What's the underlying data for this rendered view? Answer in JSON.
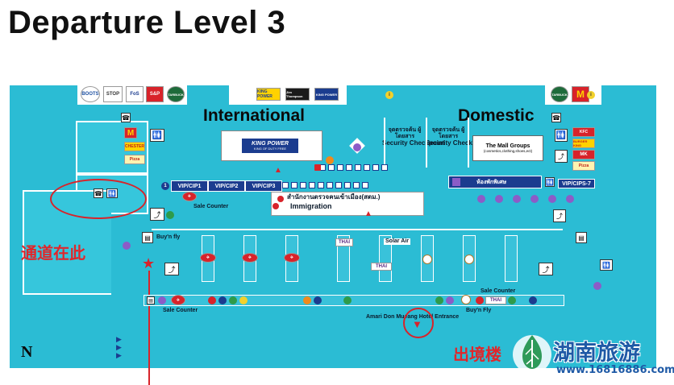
{
  "page": {
    "title": "Departure  Level 3"
  },
  "sections": {
    "international": "International",
    "domestic": "Domestic"
  },
  "checkpoints": {
    "left": {
      "thai": "จุดตรวจค้น ผู้โดยสาร",
      "en": "Security Checkpoint"
    },
    "right": {
      "thai": "จุดตรวจค้น ผู้โดยสาร",
      "en": "Security Checkpoint"
    }
  },
  "king_power": {
    "name": "KING POWER",
    "sub": "KING OF DUTY FREE"
  },
  "vip_rooms": [
    "VIP/CIP1",
    "VIP/CIP2",
    "VIP/CIP3"
  ],
  "vip_domestic": "VIP/CIPS-7",
  "domestic_gate_thai": "ห้องพักพิเศษ",
  "immigration": {
    "thai": "สำนักงานตรวจคนเข้าเมือง(สตม.)",
    "en": "Immigration"
  },
  "mall": {
    "name": "The Mall Groups",
    "sub": "(cosmetics,clothing,shoes,ect)"
  },
  "counters": {
    "sale_counter_top": "Sale Counter",
    "buy_n_fly_left": "Buy'n fly",
    "sale_counter_bottom_left": "Sale Counter",
    "sale_counter_bottom_right": "Sale Counter",
    "buy_n_fly_right": "Buy'n Fly"
  },
  "airlines": {
    "thai": "THAI",
    "solar": "Solar Air",
    "thai2": "THAI",
    "thai3": "THAI"
  },
  "hotel_entrance": "Amari Don Mueang Hotel Entrance",
  "compass": "N",
  "annotations": {
    "passage_here": "通道在此",
    "exit_partial": "出境楼"
  },
  "watermark": {
    "name": "湖南旅游",
    "url": "www.16816886.com"
  },
  "shop_logos": {
    "top_left": [
      "BOOTS",
      "STOP",
      "FoS",
      "S&P",
      "STARBUCKS"
    ],
    "top_center": [
      "KING POWER",
      "Jim Thompson",
      "KING POWER"
    ],
    "top_right": [
      "STARBUCKS",
      "M"
    ],
    "left_food": [
      "M",
      "CHESTER",
      "Pizza"
    ],
    "right_food": [
      "KFC",
      "BURGER KING",
      "MK",
      "Pizza"
    ]
  },
  "colors": {
    "map_bg": "#2bbcd4",
    "floor": "#36c6dc",
    "vip": "#1b3c8f",
    "red": "#d8232a",
    "water": "#2da8b8"
  }
}
